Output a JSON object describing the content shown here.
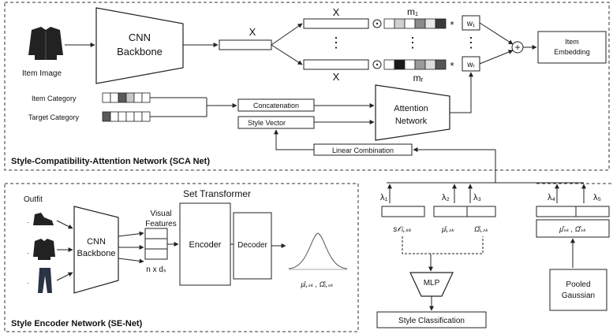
{
  "sca": {
    "section_label": "Style-Compatibility-Attention Network (SCA Net)",
    "item_image_label": "Item Image",
    "cnn_line1": "CNN",
    "cnn_line2": "Backbone",
    "x_mid": "X",
    "x_top": "X",
    "x_bottom": "X",
    "m1": "m₁",
    "mr": "mᵣ",
    "w1": "w₁",
    "wr": "wᵣ",
    "dots": "⋮",
    "odot": "⊙",
    "star": "*",
    "plus": "+",
    "item_embedding_line1": "Item",
    "item_embedding_line2": "Embedding",
    "item_category": "Item Category",
    "target_category": "Target Category",
    "concatenation": "Concatenation",
    "style_vector": "Style Vector",
    "attention_line1": "Attention",
    "attention_line2": "Network",
    "linear_combination": "Linear Combination"
  },
  "se": {
    "section_label": "Style Encoder Network (SE-Net)",
    "set_transformer": "Set Transformer",
    "outfit": "Outfit",
    "cnn_line1": "CNN",
    "cnn_line2": "Backbone",
    "visual_features_line1": "Visual",
    "visual_features_line2": "Features",
    "n_x_ds": "n x dₛ",
    "encoder": "Encoder",
    "decoder": "Decoder",
    "gaussian_params": "μ̂ᵢ,ₛₖ , Ω̂ᵢ,ₛₖ"
  },
  "classifier": {
    "lambda1": "λ₁",
    "lambda2": "λ₂",
    "lambda3": "λ₃",
    "s_label": "s𝒪ᵢ,ₛₖ",
    "mu_label": "μ̂ᵢ,ₛₖ",
    "omega_label": "Ω̂ᵢ,ₛₖ",
    "mlp": "MLP",
    "style_classification": "Style Classification"
  },
  "pooled": {
    "lambda4": "λ₄",
    "lambda5": "λ₅",
    "params": "μ̂̂ₛₖ , Ω̂̂ₛₖ",
    "line1": "Pooled",
    "line2": "Gaussian"
  },
  "mask_colors": {
    "m1": [
      "#ffffff",
      "#d0d0d0",
      "#ffffff",
      "#8a8a8a",
      "#e8e8e8",
      "#3a3a3a"
    ],
    "mr": [
      "#ffffff",
      "#1a1a1a",
      "#ffffff",
      "#9a9a9a",
      "#dcdcdc",
      "#555555"
    ]
  },
  "category_colors": {
    "item": [
      "#ffffff",
      "#ffffff",
      "#5a5a5a",
      "#c8c8c8",
      "#ffffff",
      "#ffffff"
    ],
    "target": [
      "#5a5a5a",
      "#ffffff",
      "#ffffff",
      "#ffffff",
      "#ffffff",
      "#ffffff"
    ]
  }
}
